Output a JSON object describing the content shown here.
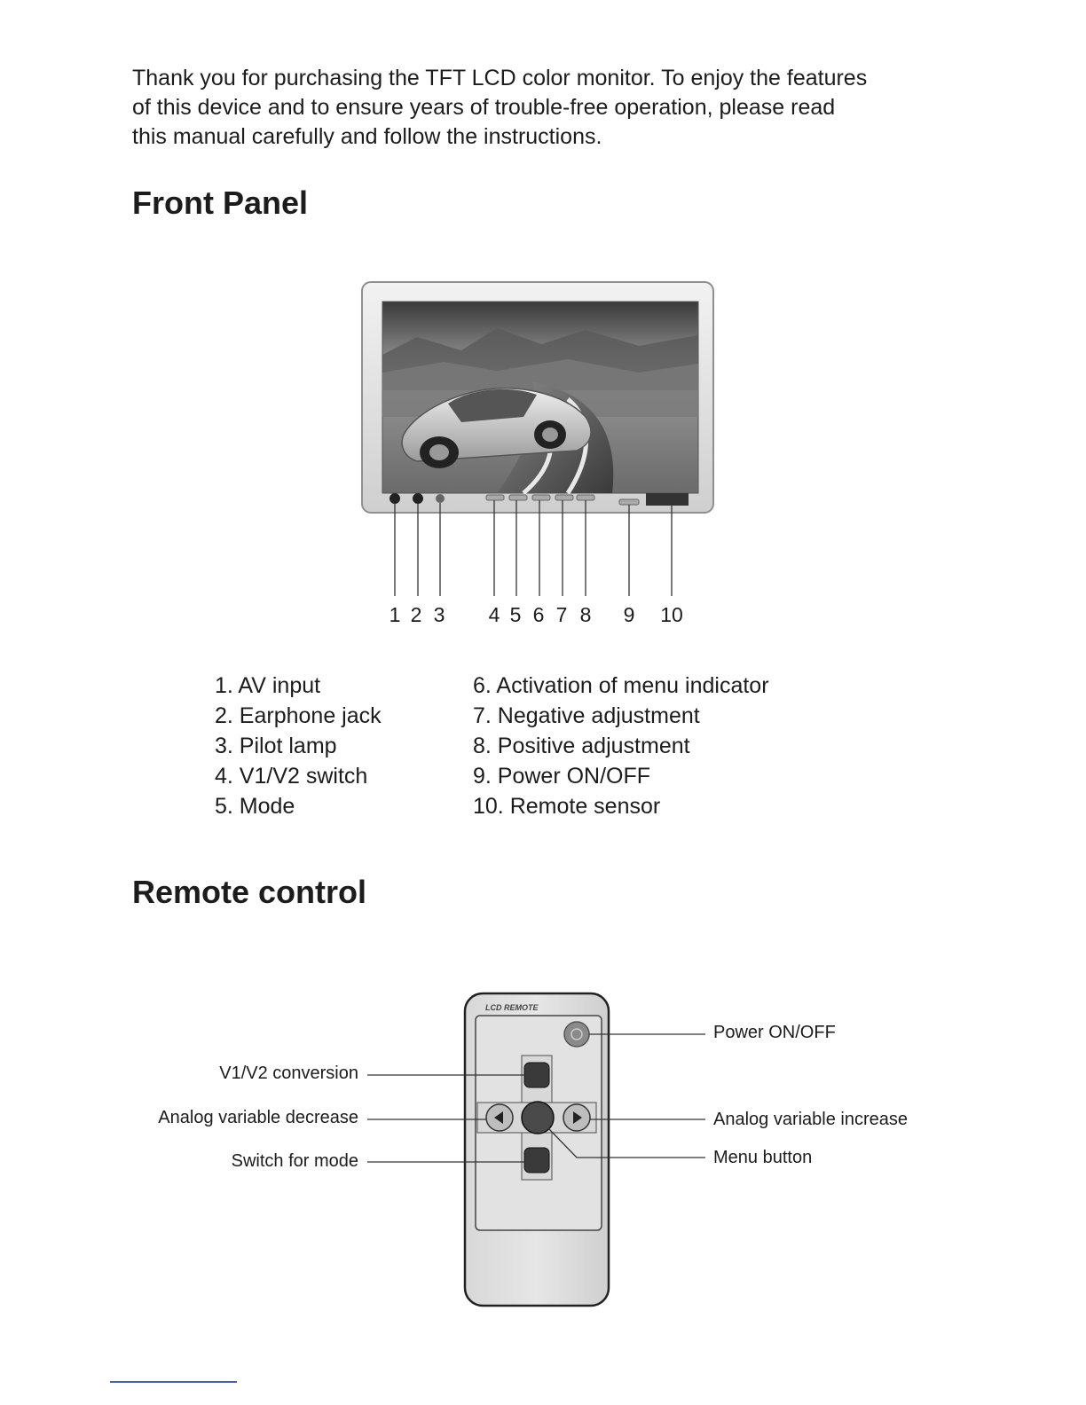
{
  "intro": {
    "lines": [
      "Thank you for purchasing the TFT LCD color monitor. To enjoy the features",
      "of this device and to ensure years of trouble-free operation, please read",
      "this manual carefully and follow the instructions."
    ]
  },
  "front_panel": {
    "heading": "Front Panel",
    "callout_numbers": [
      "1",
      "2",
      "3",
      "4",
      "5",
      "6",
      "7",
      "8",
      "9",
      "10"
    ],
    "legend_left": [
      "1. AV input",
      "2. Earphone jack",
      "3. Pilot lamp",
      "4. V1/V2 switch",
      "5. Mode"
    ],
    "legend_right": [
      "6. Activation of menu indicator",
      "7. Negative adjustment",
      "8. Positive adjustment",
      "9. Power ON/OFF",
      "10. Remote sensor"
    ]
  },
  "remote_control": {
    "heading": "Remote control",
    "brand_text": "LCD REMOTE",
    "labels": {
      "v1v2": "V1/V2 conversion",
      "decrease": "Analog variable decrease",
      "switch_mode": "Switch for mode",
      "power": "Power ON/OFF",
      "increase": "Analog variable increase",
      "menu": "Menu button"
    }
  }
}
